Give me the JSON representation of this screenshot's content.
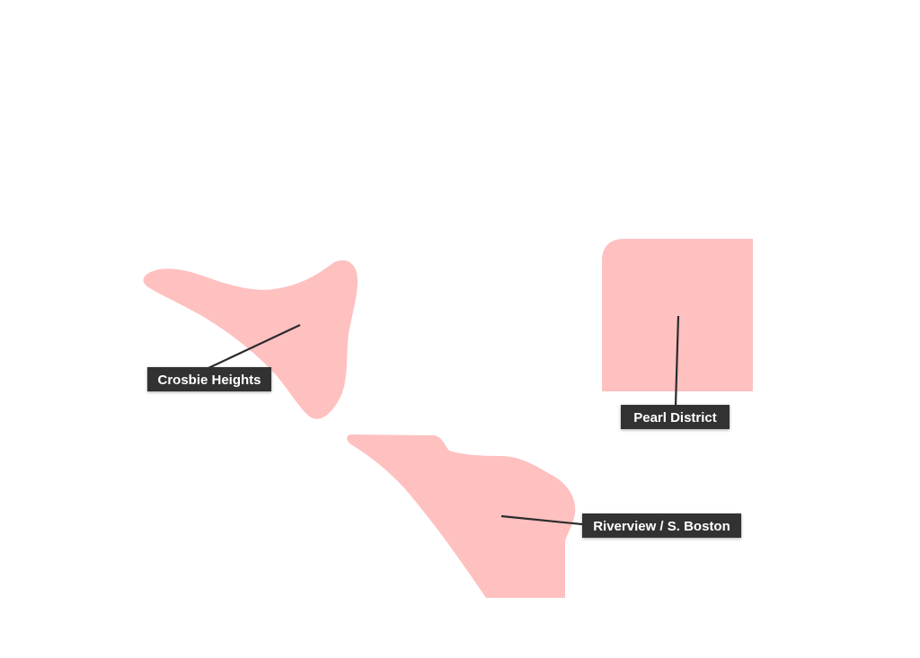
{
  "map": {
    "region_color": "#ffc0c0",
    "label_background": "#333333",
    "label_text_color": "#ffffff",
    "leader_color": "#2b2b2b",
    "regions": [
      {
        "id": "crosbie-heights",
        "label": "Crosbie Heights"
      },
      {
        "id": "pearl-district",
        "label": "Pearl District"
      },
      {
        "id": "riverview-s-boston",
        "label": "Riverview / S. Boston"
      }
    ]
  }
}
